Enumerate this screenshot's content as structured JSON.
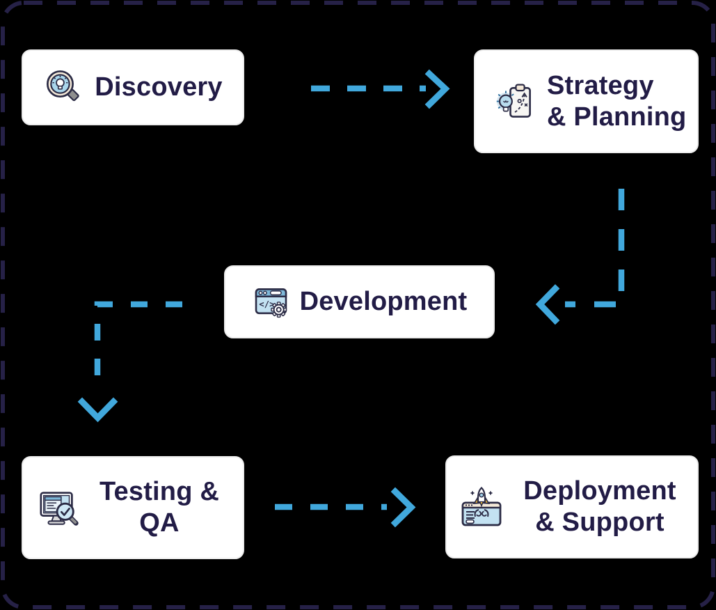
{
  "diagram": {
    "type": "flowchart",
    "background": "black",
    "nodes": [
      {
        "id": "discovery",
        "label": "Discovery",
        "lines": [
          "Discovery"
        ],
        "icon": "magnifier-lightbulb-icon"
      },
      {
        "id": "strategy-planning",
        "label": "Strategy & Planning",
        "lines": [
          "Strategy",
          "& Planning"
        ],
        "icon": "clipboard-strategy-icon"
      },
      {
        "id": "development",
        "label": "Development",
        "lines": [
          "Development"
        ],
        "icon": "browser-code-gear-icon"
      },
      {
        "id": "testing-qa",
        "label": "Testing & QA",
        "lines": [
          "Testing &",
          "QA"
        ],
        "icon": "monitor-inspect-icon"
      },
      {
        "id": "deployment-support",
        "label": "Deployment & Support",
        "lines": [
          "Deployment",
          "& Support"
        ],
        "icon": "browser-rocket-icon"
      }
    ],
    "edges": [
      {
        "from": "discovery",
        "to": "strategy-planning",
        "style": "dashed",
        "direction": "right"
      },
      {
        "from": "strategy-planning",
        "to": "development",
        "style": "dashed",
        "direction": "down-then-left"
      },
      {
        "from": "development",
        "to": "testing-qa",
        "style": "dashed",
        "direction": "left-then-down"
      },
      {
        "from": "testing-qa",
        "to": "deployment-support",
        "style": "dashed",
        "direction": "right"
      }
    ],
    "colors": {
      "background": "#000000",
      "outer_border": "#262147",
      "arrow": "#41a8dc",
      "node_bg": "#ffffff",
      "node_border": "#ececec",
      "node_text": "#221c46",
      "icon_blue_light": "#c3e2f2",
      "icon_blue": "#7fb9d9",
      "icon_cream": "#f5ead9",
      "icon_outline": "#2b2b45",
      "icon_gray": "#8f8f8f"
    }
  }
}
